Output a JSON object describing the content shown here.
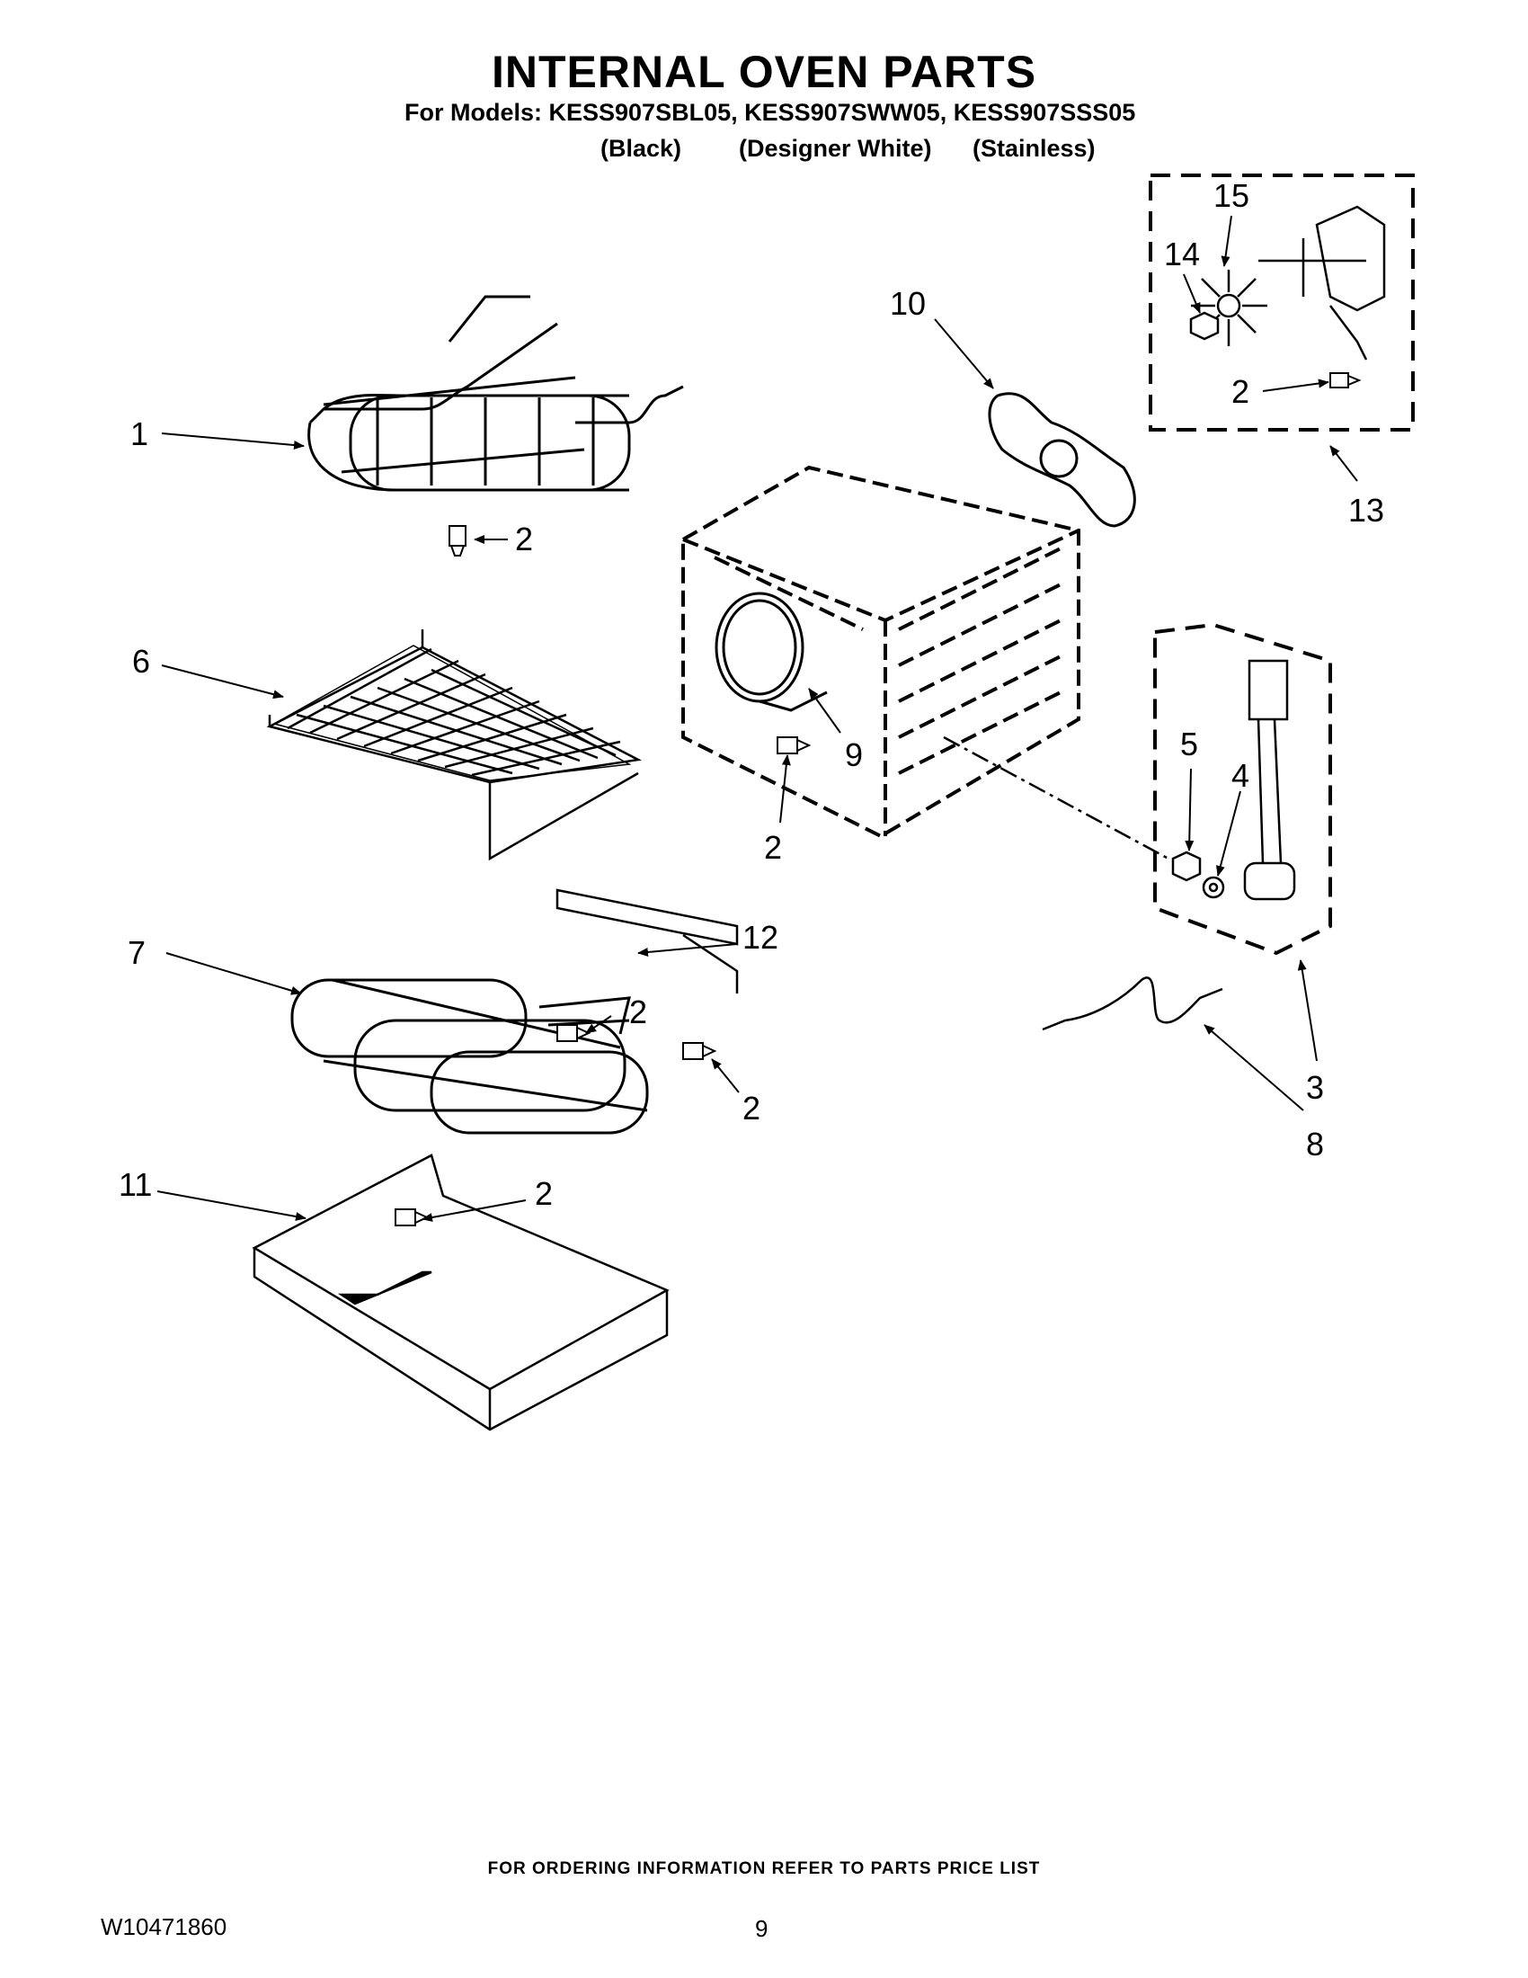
{
  "header": {
    "title": "INTERNAL OVEN PARTS",
    "models_line": "For Models: KESS907SBL05, KESS907SWW05, KESS907SSS05",
    "colors": [
      "(Black)",
      "(Designer White)",
      "(Stainless)"
    ]
  },
  "callouts": [
    "1",
    "2",
    "3",
    "4",
    "5",
    "6",
    "7",
    "8",
    "9",
    "10",
    "11",
    "12",
    "13",
    "14",
    "15"
  ],
  "footer": {
    "ordering_note": "FOR ORDERING INFORMATION REFER TO PARTS PRICE LIST",
    "doc_number": "W10471860",
    "page_number": "9"
  }
}
